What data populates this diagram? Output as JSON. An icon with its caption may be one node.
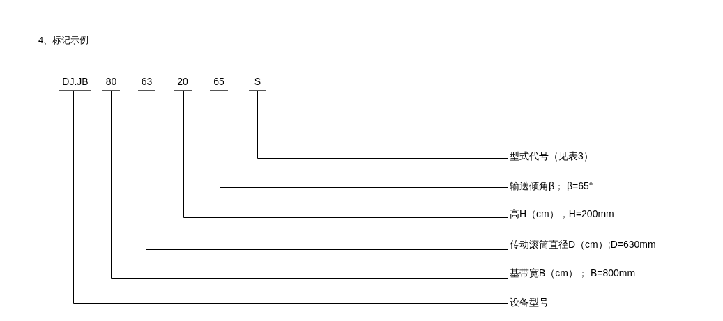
{
  "diagram": {
    "title": "4、标记示例",
    "nodes": [
      {
        "text": [
          "DJ.JB"
        ]
      },
      {
        "text": [
          "80"
        ]
      },
      {
        "text": [
          "63"
        ]
      },
      {
        "text": [
          "20"
        ]
      },
      {
        "text": [
          "65"
        ]
      },
      {
        "text": [
          "S"
        ]
      },
      {
        "text": [
          "型式代号（见表3）"
        ]
      },
      {
        "text": [
          "输送倾角β； β=65°"
        ]
      },
      {
        "text": [
          "高H（cm），H=200mm"
        ]
      },
      {
        "text": [
          "传动滚筒直径D（cm）;D=630mm"
        ]
      },
      {
        "text": [
          "基带宽B（cm）； B=800mm"
        ]
      },
      {
        "text": [
          "设备型号"
        ]
      }
    ],
    "edges": [
      {
        "from": 0,
        "to": 11,
        "arrow": "none"
      },
      {
        "from": 1,
        "to": 10,
        "arrow": "none"
      },
      {
        "from": 2,
        "to": 9,
        "arrow": "none"
      },
      {
        "from": 3,
        "to": 8,
        "arrow": "none"
      },
      {
        "from": 4,
        "to": 7,
        "arrow": "none"
      },
      {
        "from": 5,
        "to": 6,
        "arrow": "none"
      }
    ]
  }
}
